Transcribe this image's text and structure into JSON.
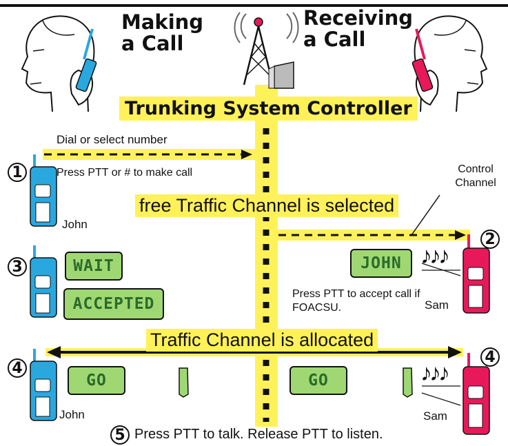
{
  "titles": {
    "making": "Making a Call",
    "receiving": "Receiving a Call"
  },
  "controller": "Trunking System Controller",
  "step1": {
    "number": "1",
    "dial_text": "Dial or select number",
    "press_text": "Press PTT or # to make call",
    "caller": "John"
  },
  "control_channel": "Control Channel",
  "free_channel": "free Traffic Channel is selected",
  "step2": {
    "number": "2",
    "display": "JOHN",
    "accept_text": "Press PTT to accept call if FOACSU.",
    "callee": "Sam"
  },
  "step3": {
    "number": "3",
    "display_wait": "WAIT",
    "display_accepted": "ACCEPTED"
  },
  "allocated": "Traffic Channel is allocated",
  "step4": {
    "number": "4",
    "display_left": "GO",
    "display_right": "GO",
    "caller": "John",
    "callee": "Sam"
  },
  "step5": {
    "number": "5",
    "text": "Press PTT to talk. Release PTT to listen."
  },
  "icons": [
    "person-with-blue-radio",
    "person-with-red-radio",
    "antenna-tower",
    "blue-radio",
    "red-radio",
    "music-notes"
  ],
  "colors": {
    "highlight": "#fff15a",
    "lcd": "#9fd873",
    "caller_radio": "#29a8e0",
    "callee_radio": "#e8195a"
  }
}
